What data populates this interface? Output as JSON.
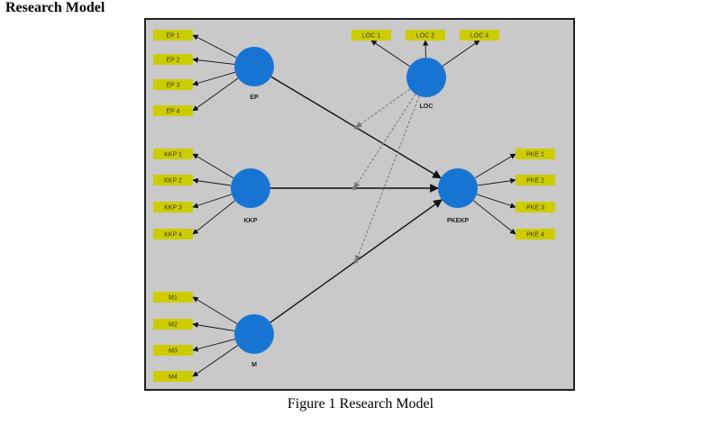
{
  "heading": "Research Model",
  "caption": "Figure 1 Research Model",
  "colors": {
    "panel": "#c9c9c9",
    "indicator": "#cccc00",
    "construct": "#1874d2"
  },
  "constructs": {
    "EP": {
      "label": "EP",
      "indicators": [
        "EP 1",
        "EP 2",
        "EP 3",
        "EP 4"
      ]
    },
    "KKP": {
      "label": "KKP",
      "indicators": [
        "KKP 1",
        "KKP 2",
        "KKP 3",
        "KKP 4"
      ]
    },
    "M": {
      "label": "M",
      "indicators": [
        "M1",
        "M2",
        "M3",
        "M4"
      ]
    },
    "LOC": {
      "label": "LOC",
      "indicators": [
        "LOC 1",
        "LOC 2",
        "LOC 4"
      ]
    },
    "PKEKP": {
      "label": "PKEKP",
      "indicators": [
        "PKE 1",
        "PKE 2",
        "PKE 3",
        "PKE 4"
      ]
    }
  },
  "structural_paths": [
    {
      "from": "EP",
      "to": "PKEKP"
    },
    {
      "from": "KKP",
      "to": "PKEKP"
    },
    {
      "from": "M",
      "to": "PKEKP"
    }
  ],
  "moderation_paths": [
    {
      "from": "LOC",
      "moderates": "EP"
    },
    {
      "from": "LOC",
      "moderates": "KKP"
    },
    {
      "from": "LOC",
      "moderates": "M"
    }
  ]
}
